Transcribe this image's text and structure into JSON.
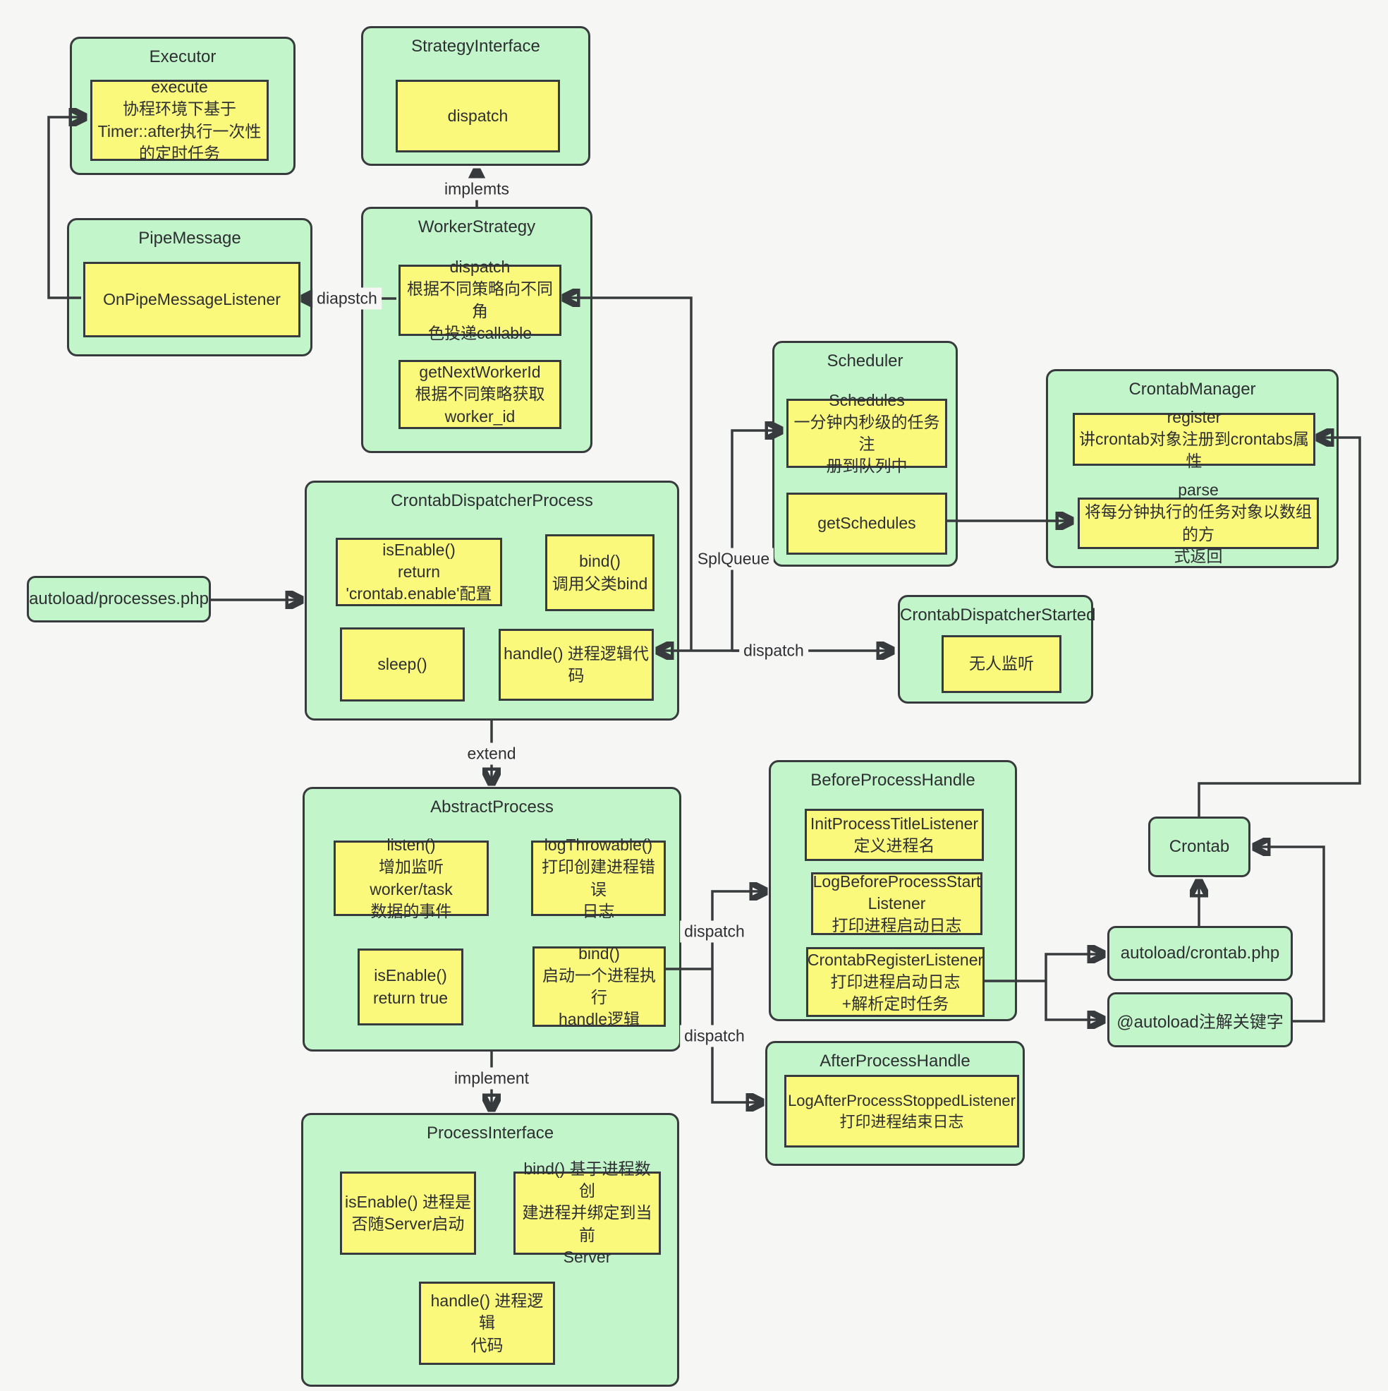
{
  "colors": {
    "background": "#f6f6f4",
    "class_fill": "#c2f5c9",
    "method_fill": "#faf97c",
    "border": "#383b3d",
    "text": "#2d2f33"
  },
  "diagram": {
    "classes": {
      "executor": {
        "title": "Executor",
        "methods": {
          "execute": "execute\n协程环境下基于\nTimer::after执行一次性\n的定时任务"
        }
      },
      "strategy_interface": {
        "title": "StrategyInterface",
        "methods": {
          "dispatch": "dispatch"
        }
      },
      "pipe_message": {
        "title": "PipeMessage",
        "methods": {
          "listener": "OnPipeMessageListener"
        }
      },
      "worker_strategy": {
        "title": "WorkerStrategy",
        "methods": {
          "dispatch": "dispatch\n根据不同策略向不同角\n色投递callable",
          "get_next_worker_id": "getNextWorkerId\n根据不同策略获取\nworker_id"
        }
      },
      "scheduler": {
        "title": "Scheduler",
        "methods": {
          "schedules": "Schedules\n一分钟内秒级的任务注\n册到队列中",
          "get_schedules": "getSchedules"
        }
      },
      "crontab_manager": {
        "title": "CrontabManager",
        "methods": {
          "register": "register\n讲crontab对象注册到crontabs属性",
          "parse": "parse\n将每分钟执行的任务对象以数组的方\n式返回"
        }
      },
      "crontab_dispatcher_process": {
        "title": "CrontabDispatcherProcess",
        "methods": {
          "is_enable": "isEnable()\nreturn\n'crontab.enable'配置",
          "bind": "bind()\n调用父类bind",
          "sleep": "sleep()",
          "handle": "handle() 进程逻辑代\n码"
        }
      },
      "crontab_dispatcher_started": {
        "title": "CrontabDispatcherStarted",
        "methods": {
          "listen": "无人监听"
        }
      },
      "abstract_process": {
        "title": "AbstractProcess",
        "methods": {
          "listen": "listen()\n增加监听worker/task\n数据的事件",
          "log_throwable": "logThrowable()\n打印创建进程错误\n日志",
          "is_enable": "isEnable()\nreturn true",
          "bind": "bind()\n启动一个进程执行\nhandle逻辑"
        }
      },
      "before_process_handle": {
        "title": "BeforeProcessHandle",
        "methods": {
          "init_process_title": "InitProcessTitleListener\n定义进程名",
          "log_before_start": "LogBeforeProcessStart\nListener\n打印进程启动日志",
          "crontab_register": "CrontabRegisterListener\n打印进程启动日志\n+解析定时任务"
        }
      },
      "after_process_handle": {
        "title": "AfterProcessHandle",
        "methods": {
          "log_after_stopped": "LogAfterProcessStoppedListener\n打印进程结束日志"
        }
      },
      "process_interface": {
        "title": "ProcessInterface",
        "methods": {
          "is_enable": "isEnable() 进程是\n否随Server启动",
          "bind": "bind() 基于进程数创\n建进程并绑定到当前\nServer",
          "handle": "handle() 进程逻辑\n代码"
        }
      },
      "autoload_processes": {
        "title": "autoload/processes.php"
      },
      "crontab": {
        "title": "Crontab"
      },
      "autoload_crontab": {
        "title": "autoload/crontab.php"
      },
      "autoload_annotation": {
        "title": "@autoload注解关键字"
      }
    },
    "edge_labels": {
      "implemts": "implemts",
      "diapstch": "diapstch",
      "splqueue": "SplQueue",
      "dispatch_handle": "dispatch",
      "extend": "extend",
      "implement": "implement",
      "dispatch_before": "dispatch",
      "dispatch_after": "dispatch"
    }
  }
}
